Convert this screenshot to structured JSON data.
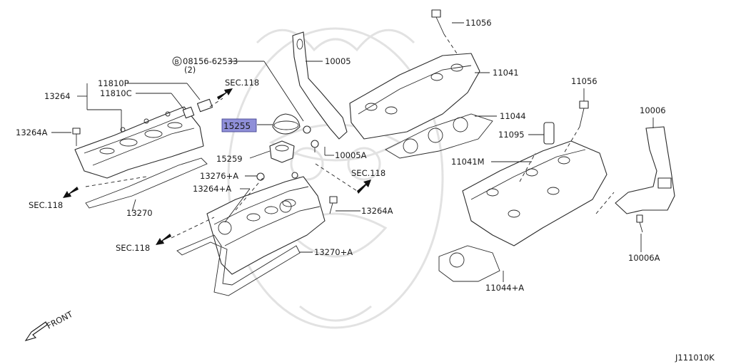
{
  "diagram_code": "J111010K",
  "front_label": "FRONT",
  "bolt_spec": {
    "symbol": "B",
    "number": "08156-62533",
    "qty": "(2)"
  },
  "parts": {
    "p11056_top": "11056",
    "p10005": "10005",
    "p11041": "11041",
    "p11810p": "11810P",
    "p11810c": "11810C",
    "p13264": "13264",
    "p13264a_left": "13264A",
    "sec118_a": "SEC.118",
    "p15255": "15255",
    "p11044": "11044",
    "p11056_right": "11056",
    "p10006": "10006",
    "p11095": "11095",
    "p10005a": "10005A",
    "p15259": "15259",
    "p11041m": "11041M",
    "p13276a": "13276+A",
    "sec118_b": "SEC.118",
    "p13264plusa": "13264+A",
    "sec118_c": "SEC.118",
    "p13270": "13270",
    "p13264a_mid": "13264A",
    "sec118_d": "SEC.118",
    "p13270a": "13270+A",
    "p10006a": "10006A",
    "p11044a": "11044+A"
  },
  "highlight_color": "#8f8fd8"
}
